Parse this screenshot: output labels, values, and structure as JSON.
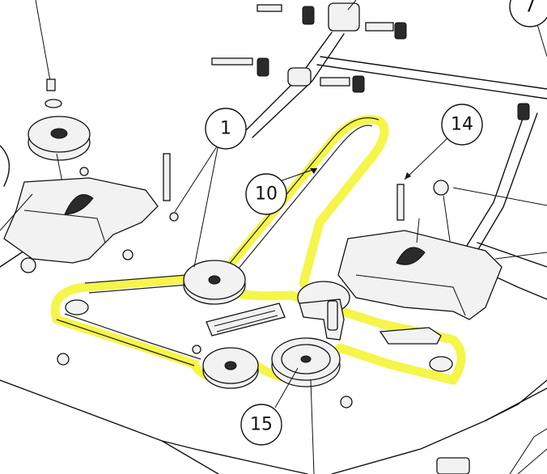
{
  "diagram": {
    "callouts": [
      {
        "id": "1",
        "label": "1"
      },
      {
        "id": "10",
        "label": "10"
      },
      {
        "id": "14",
        "label": "14"
      },
      {
        "id": "15",
        "label": "15"
      },
      {
        "id": "7",
        "label": "7"
      }
    ],
    "colors": {
      "belt_highlight": "#f3f32a",
      "line": "#111111",
      "background": "#ffffff"
    }
  }
}
